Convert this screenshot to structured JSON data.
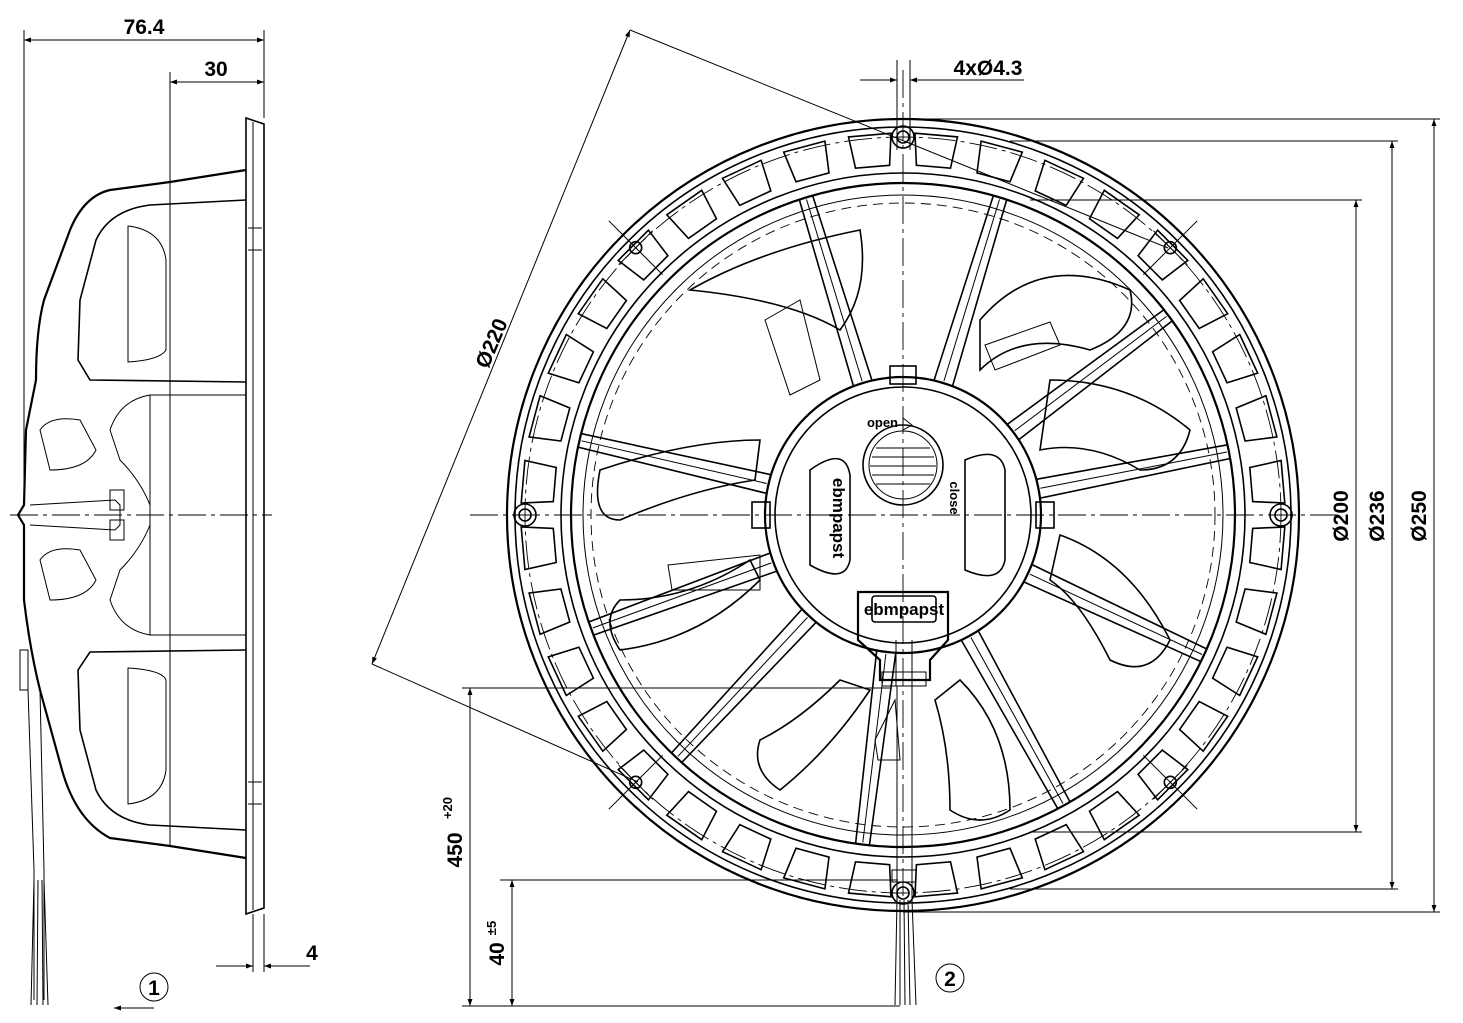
{
  "side_view": {
    "dim_depth": "76.4",
    "dim_flange": "30",
    "dim_thickness": "4",
    "callout_1": "1"
  },
  "front_view": {
    "dim_holes": "4xØ4.3",
    "dim_bolt_circle": "Ø220",
    "dim_d200": "Ø200",
    "dim_d236": "Ø236",
    "dim_d250": "Ø250",
    "dim_cable_length": "450",
    "dim_cable_length_tol": "+20",
    "dim_strip_length": "40",
    "dim_strip_length_tol": "±5",
    "callout_2": "2",
    "hub_logo": "ebmpapst",
    "connector_logo": "ebmpapst",
    "label_open": "open",
    "label_close": "close"
  }
}
